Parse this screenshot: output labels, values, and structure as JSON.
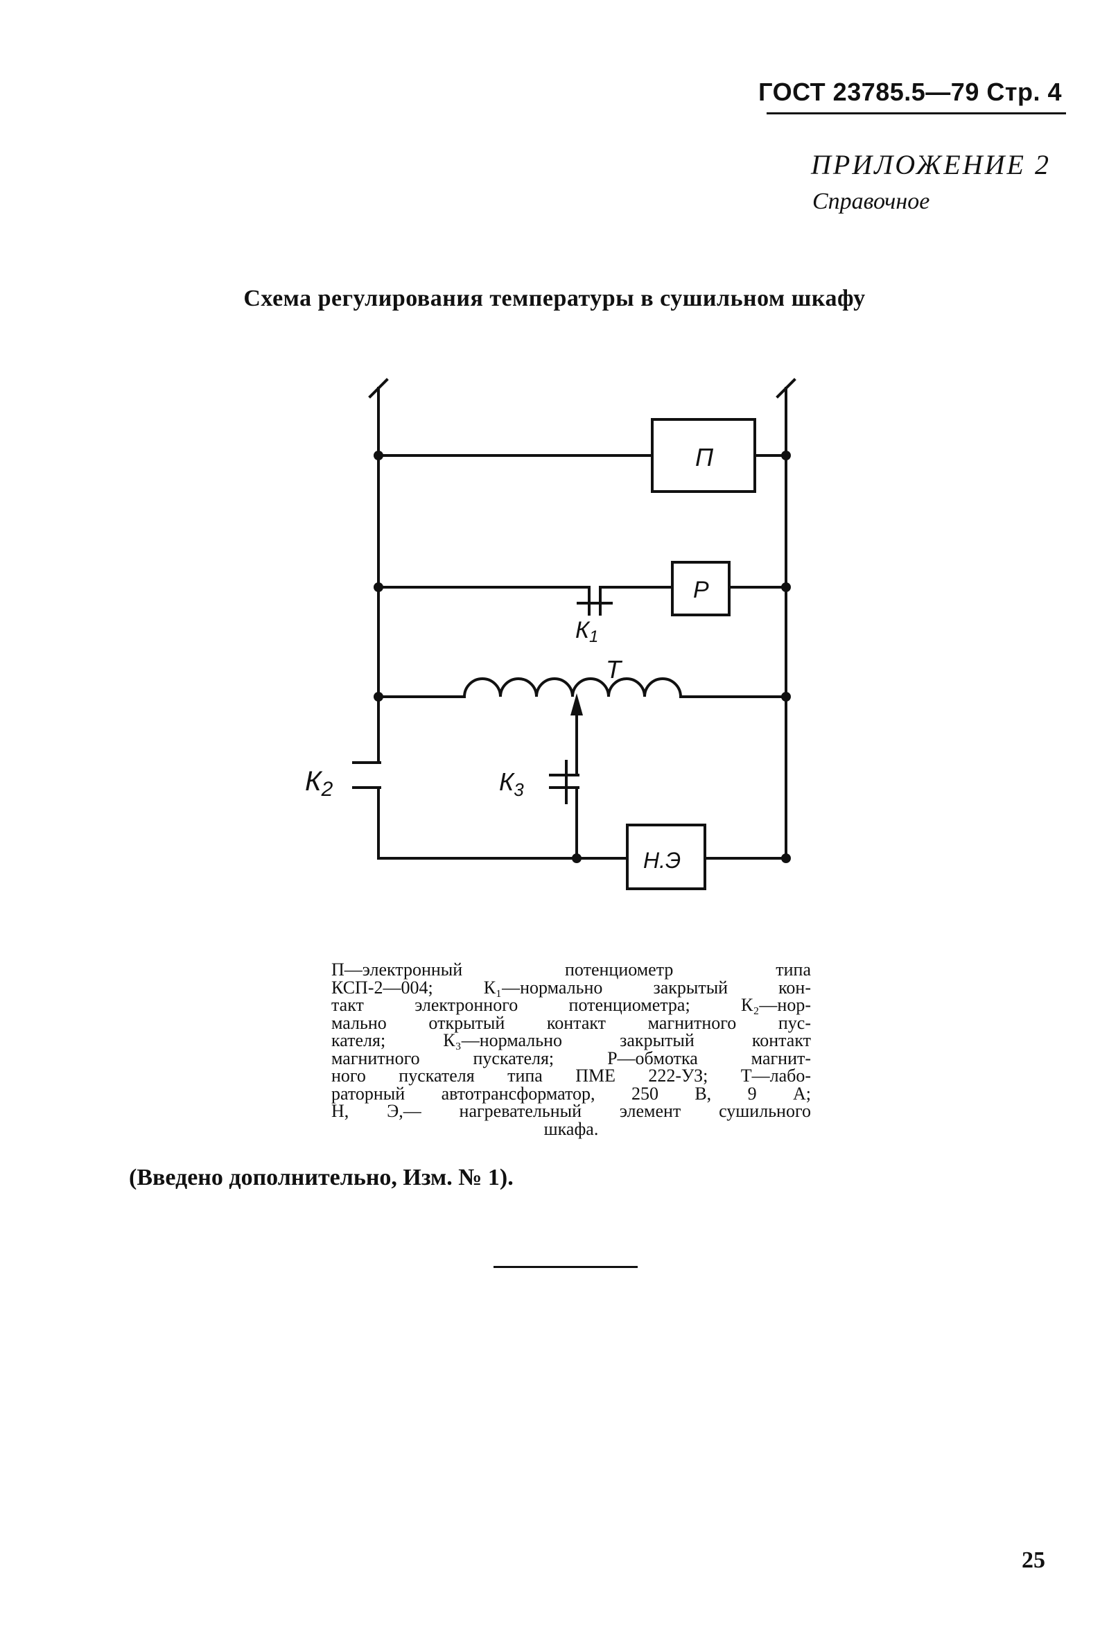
{
  "header": {
    "standard_code": "ГОСТ 23785.5—79 Стр. 4"
  },
  "appendix": {
    "title": "ПРИЛОЖЕНИЕ 2",
    "subtitle": "Справочное"
  },
  "scheme": {
    "title": "Схема регулирования температуры в сушильном шкафу",
    "labels": {
      "potentiometer": "П",
      "relay_coil": "Р",
      "contact_k1": "К",
      "contact_k1_index": "1",
      "transformer": "Т",
      "contact_k2": "К",
      "contact_k2_index": "2",
      "contact_k3": "К",
      "contact_k3_index": "3",
      "heater": "Н.Э"
    }
  },
  "legend": {
    "lines": [
      "П—электронный потенциометр типа",
      "КСП-2—004; К₁—нормально закрытый кон-",
      "такт электронного потенциометра; К₂—нор-",
      "мально открытый контакт магнитного пус-",
      "кателя; К₃—нормально закрытый контакт",
      "магнитного пускателя; Р—обмотка магнит-",
      "ного пускателя типа ПМЕ 222-УЗ; Т—лабо-",
      "раторный автотрансформатор, 250 В, 9 А;",
      "Н, Э,— нагревательный элемент сушильного",
      "шкафа."
    ]
  },
  "amendment": "(Введено дополнительно, Изм. № 1).",
  "page_number": "25",
  "colors": {
    "ink": "#111111",
    "paper": "#ffffff"
  }
}
